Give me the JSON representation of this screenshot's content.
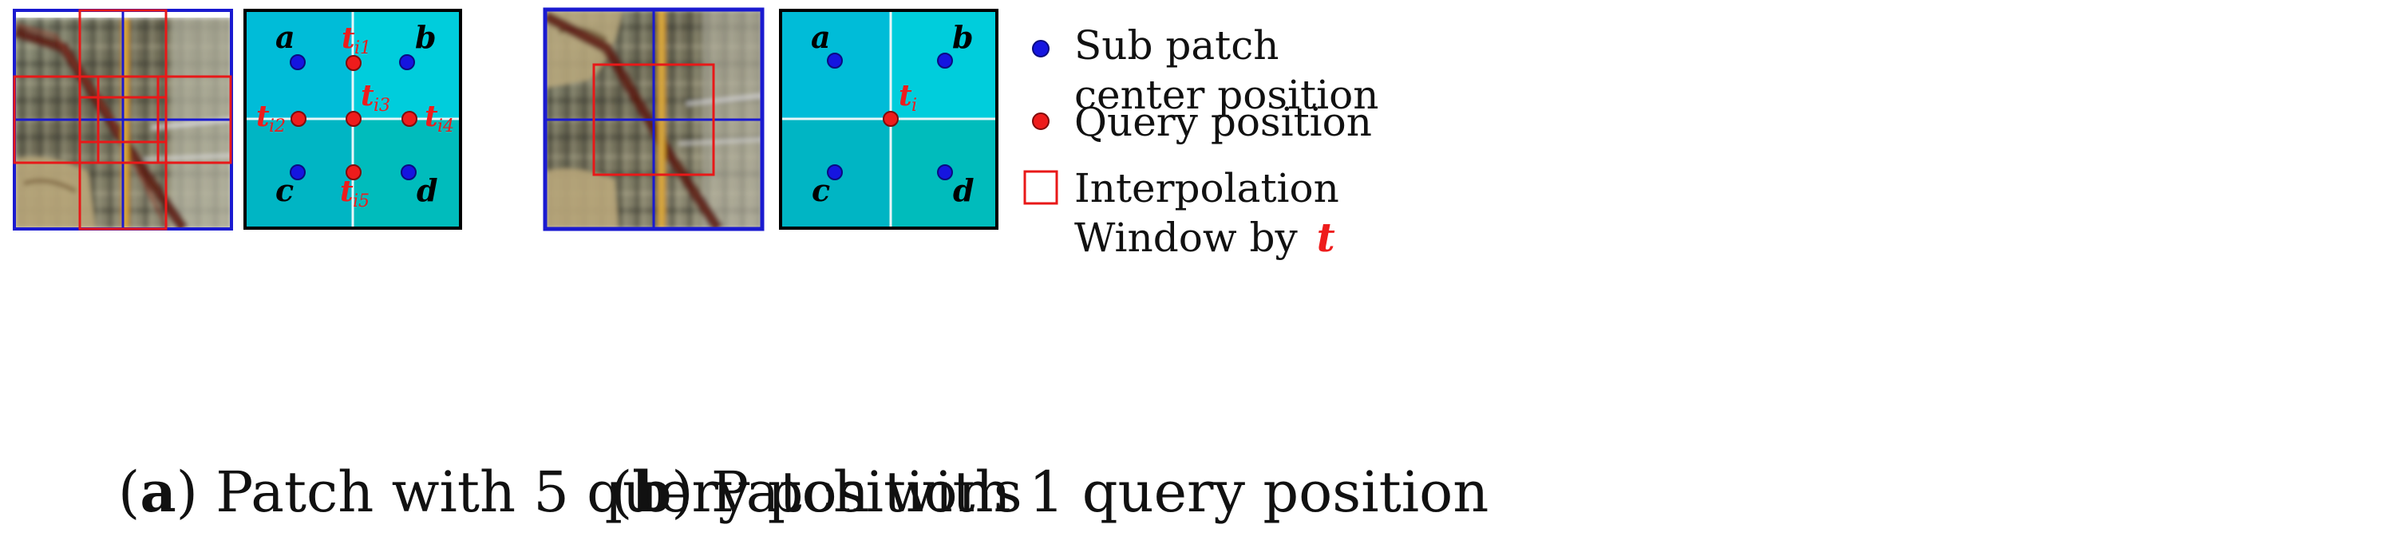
{
  "panel_a": {
    "caption_letter": "a",
    "caption_text": " Patch with 5 query positions",
    "corner_labels": {
      "a": "a",
      "b": "b",
      "c": "c",
      "d": "d"
    },
    "query_labels": [
      {
        "base": "t",
        "sub": "i1"
      },
      {
        "base": "t",
        "sub": "i2"
      },
      {
        "base": "t",
        "sub": "i3"
      },
      {
        "base": "t",
        "sub": "i4"
      },
      {
        "base": "t",
        "sub": "i5"
      }
    ]
  },
  "panel_b": {
    "caption_letter": "b",
    "caption_text": " Patch with 1 query position",
    "corner_labels": {
      "a": "a",
      "b": "b",
      "c": "c",
      "d": "d"
    },
    "query_label": {
      "base": "t",
      "sub": "i"
    }
  },
  "legend": {
    "blue_dot_line1": "Sub patch",
    "blue_dot_line2": "center position",
    "red_dot": "Query position",
    "window_line1": "Interpolation",
    "window_line2": "Window by",
    "window_symbol": "t"
  },
  "colors": {
    "sub_patch_center": "#1515e0",
    "query_position": "#ee1c1c",
    "interpolation_window": "#e81818",
    "patch_border_blue": "#1a1ad0",
    "teal_light": "#00c8d8",
    "teal_dark": "#00b4b4"
  }
}
